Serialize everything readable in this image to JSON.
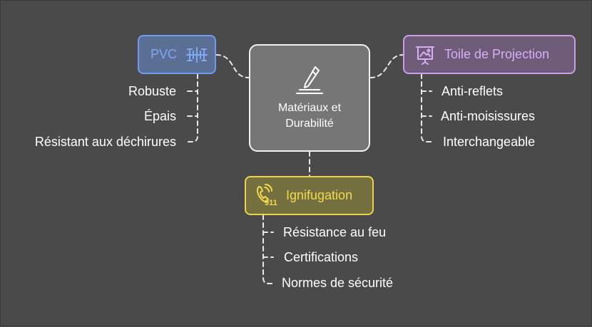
{
  "center": {
    "title": "Matériaux et Durabilité",
    "icon": "pencil-icon"
  },
  "branches": [
    {
      "id": "pvc",
      "label": "PVC",
      "icon": "pipe-fittings-icon",
      "color": "#6d9cf0",
      "items": [
        "Robuste",
        "Épais",
        "Résistant aux déchirures"
      ]
    },
    {
      "id": "toile",
      "label": "Toile de Projection",
      "icon": "projector-screen-icon",
      "color": "#c89ee8",
      "items": [
        "Anti-reflets",
        "Anti-moisissures",
        "Interchangeable"
      ]
    },
    {
      "id": "ign",
      "label": "Ignifugation",
      "icon": "emergency-phone-icon",
      "color": "#ecd44a",
      "items": [
        "Résistance au feu",
        "Certifications",
        "Normes de sécurité"
      ]
    }
  ],
  "icon_texts": {
    "emergency_number": "911"
  }
}
